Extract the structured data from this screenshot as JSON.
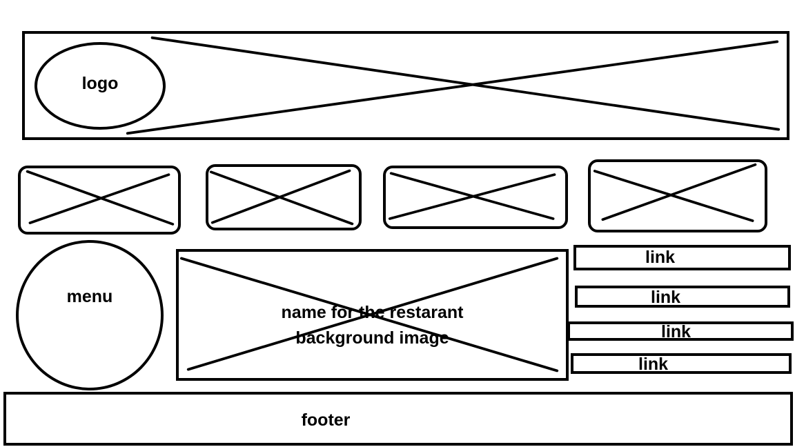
{
  "header": {
    "logo_label": "logo"
  },
  "sidebar": {
    "menu_label": "menu"
  },
  "hero": {
    "title": "name for the restarant",
    "subtitle": "background image"
  },
  "links": [
    {
      "label": "link"
    },
    {
      "label": "link"
    },
    {
      "label": "link"
    },
    {
      "label": "link"
    }
  ],
  "footer": {
    "label": "footer"
  },
  "style": {
    "stroke_color": "#000000",
    "background_color": "#ffffff"
  }
}
